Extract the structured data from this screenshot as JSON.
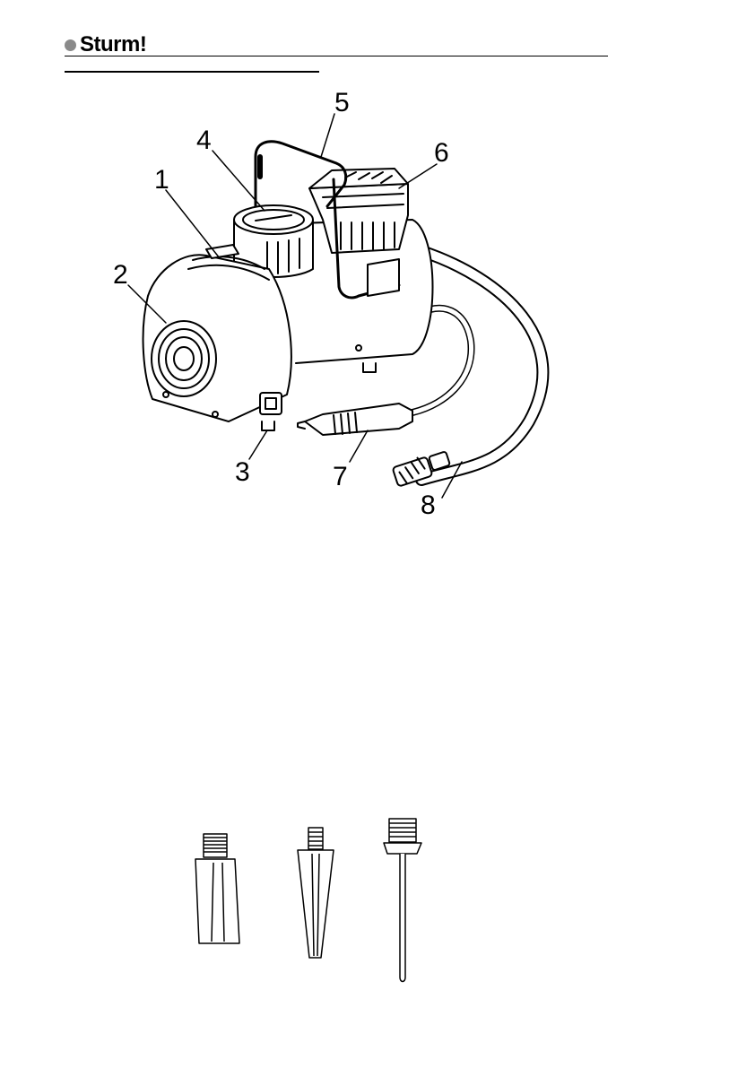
{
  "header": {
    "brand": "Sturm!"
  },
  "figure_compressor": {
    "callouts": [
      "1",
      "2",
      "3",
      "4",
      "5",
      "6",
      "7",
      "8"
    ]
  },
  "figure_adapters": {
    "count": 3
  }
}
